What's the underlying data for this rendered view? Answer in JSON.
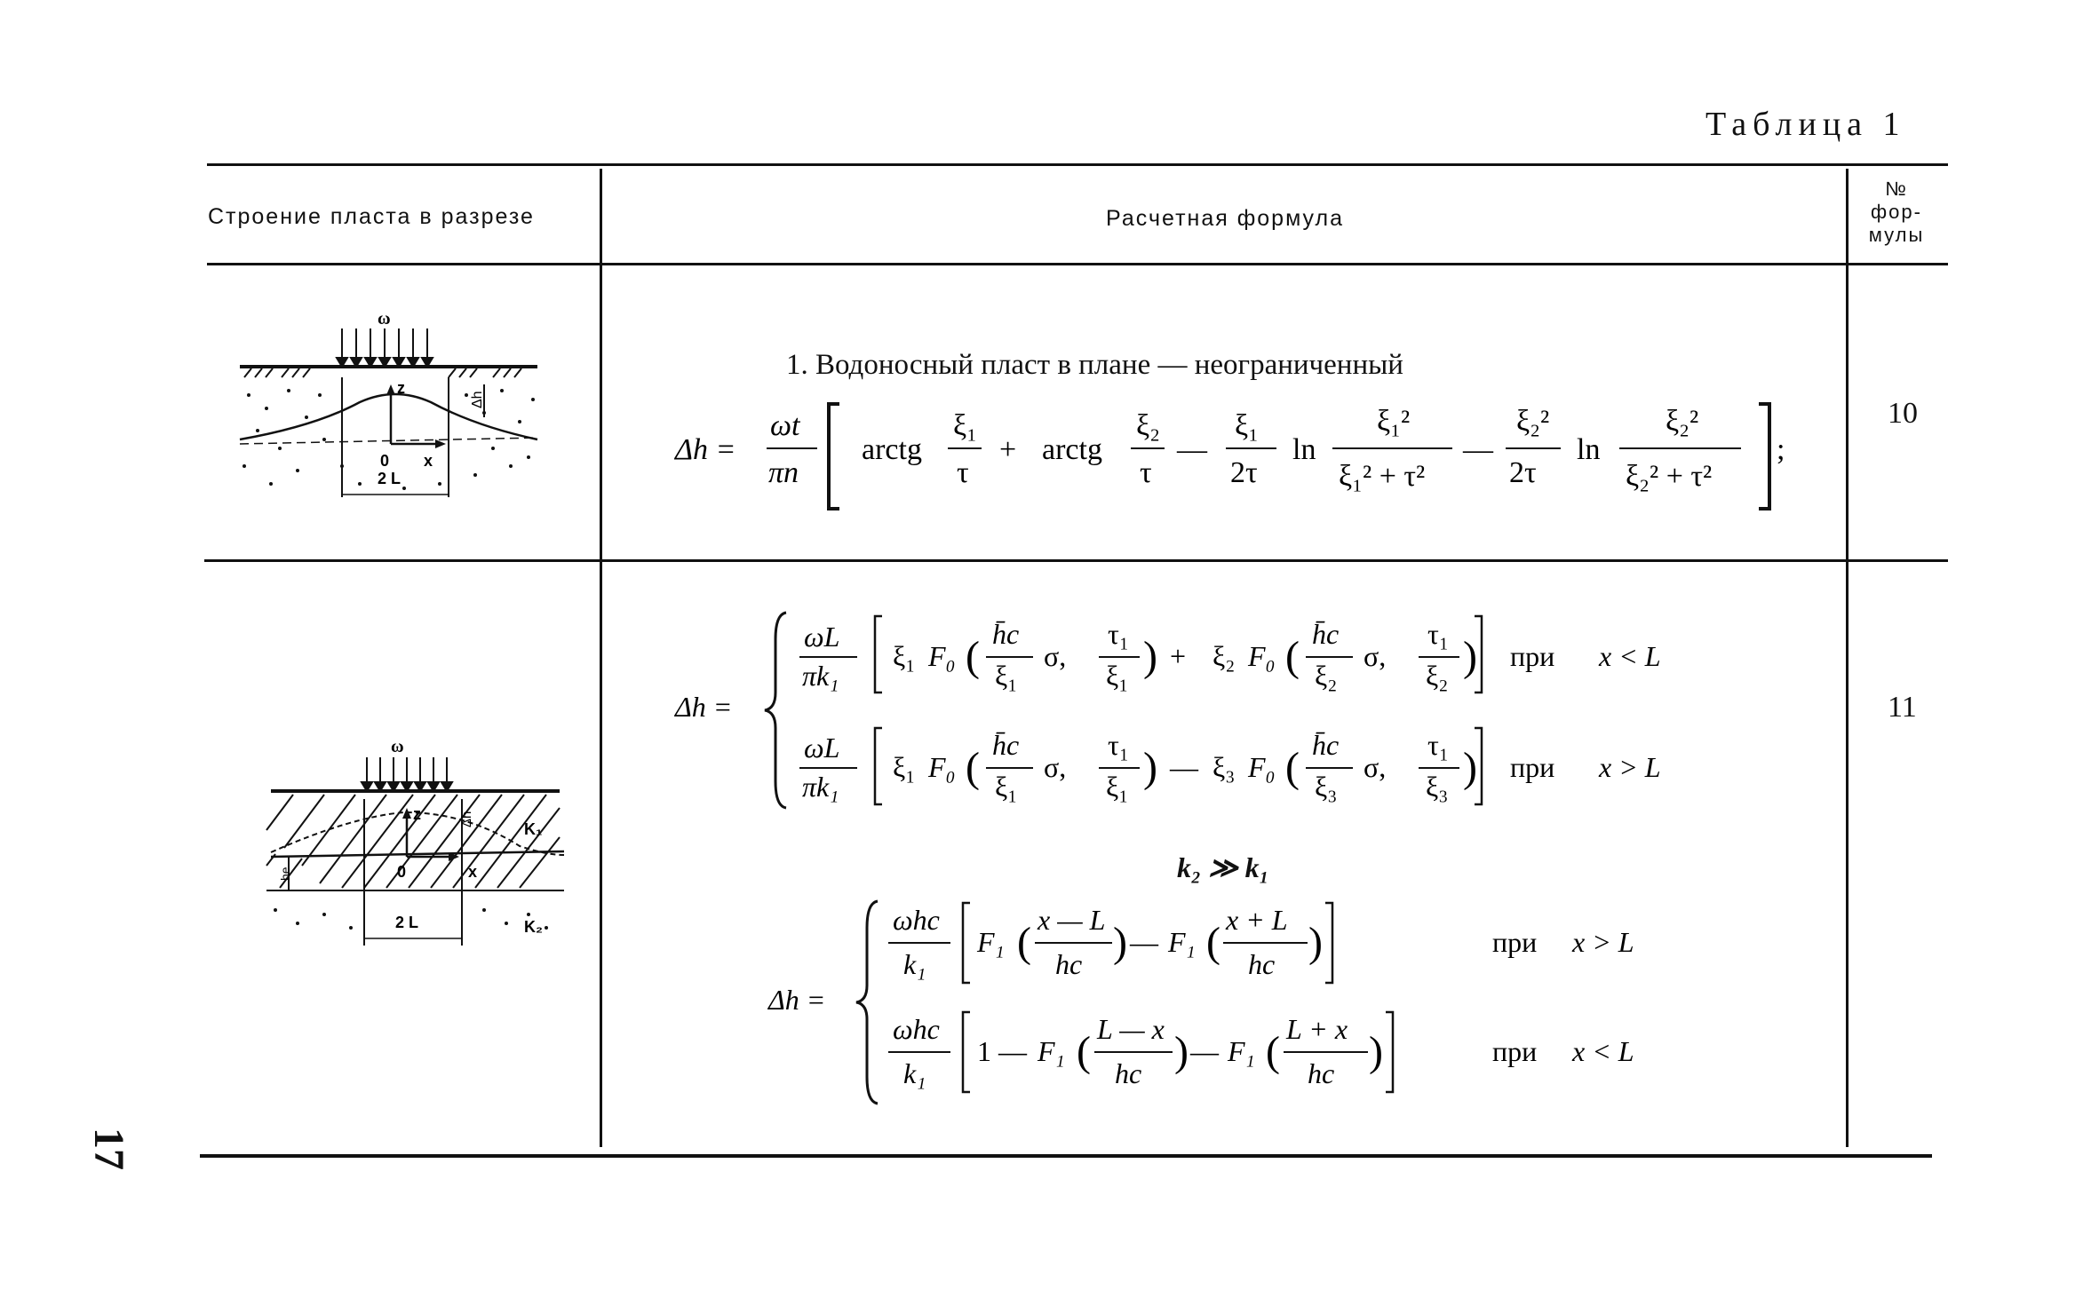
{
  "table_title": "Таблица 1",
  "headers": {
    "col1": "Строение пласта в разрезе",
    "col2": "Расчетная формула",
    "col3_line1": "№",
    "col3_line2": "фор-",
    "col3_line3": "мулы"
  },
  "row1": {
    "case_title": "1. Водоносный пласт в плане — неограниченный",
    "formula_number": "10",
    "diagram_labels": {
      "omega": "ω",
      "z": "z",
      "dh": "Δh",
      "origin": "0",
      "x": "x",
      "width": "2 L"
    },
    "formula": {
      "lhs": "Δh =",
      "coef_num": "ωt",
      "coef_den": "πn",
      "arctg": "arctg",
      "xi1": "ξ₁",
      "xi2": "ξ₂",
      "tau": "τ",
      "two_tau": "2τ",
      "ln": "ln",
      "xi1sq": "ξ₁²",
      "xi2sq": "ξ₂²",
      "den1": "ξ₁² + τ²",
      "den2": "ξ₂² + τ²",
      "plus": "+",
      "minus": "—",
      "end": ";"
    }
  },
  "row2": {
    "formula_number": "11",
    "diagram_labels": {
      "omega": "ω",
      "z": "z",
      "dh": "Δh",
      "k1": "K₁",
      "k2": "K₂",
      "he": "he",
      "origin": "0",
      "x": "x",
      "width": "2 L"
    },
    "formula_a": {
      "lhs": "Δh =",
      "coef_num": "ωL",
      "coef_den": "πk₁",
      "xi1": "ξ₁",
      "xi2": "ξ₂",
      "xi3": "ξ₃",
      "F0": "F₀",
      "hc": "h̄c",
      "sigma": "σ,",
      "tau1": "τ₁",
      "plus": "+",
      "minus": "—",
      "cond1_word": "при",
      "cond1": "x < L",
      "cond2_word": "при",
      "cond2": "x > L"
    },
    "condition_k": "k₂ ≫ k₁",
    "formula_b": {
      "lhs": "Δh =",
      "coef_num": "ωhc",
      "coef_den": "k₁",
      "F1": "F₁",
      "arg1_num": "x — L",
      "arg2_num": "x + L",
      "arg3_num": "L — x",
      "arg4_num": "L + x",
      "hc": "hc",
      "one_minus": "1 —",
      "minus": "—",
      "cond1_word": "при",
      "cond1": "x > L",
      "cond2_word": "при",
      "cond2": "x < L"
    }
  },
  "page_number": "17"
}
